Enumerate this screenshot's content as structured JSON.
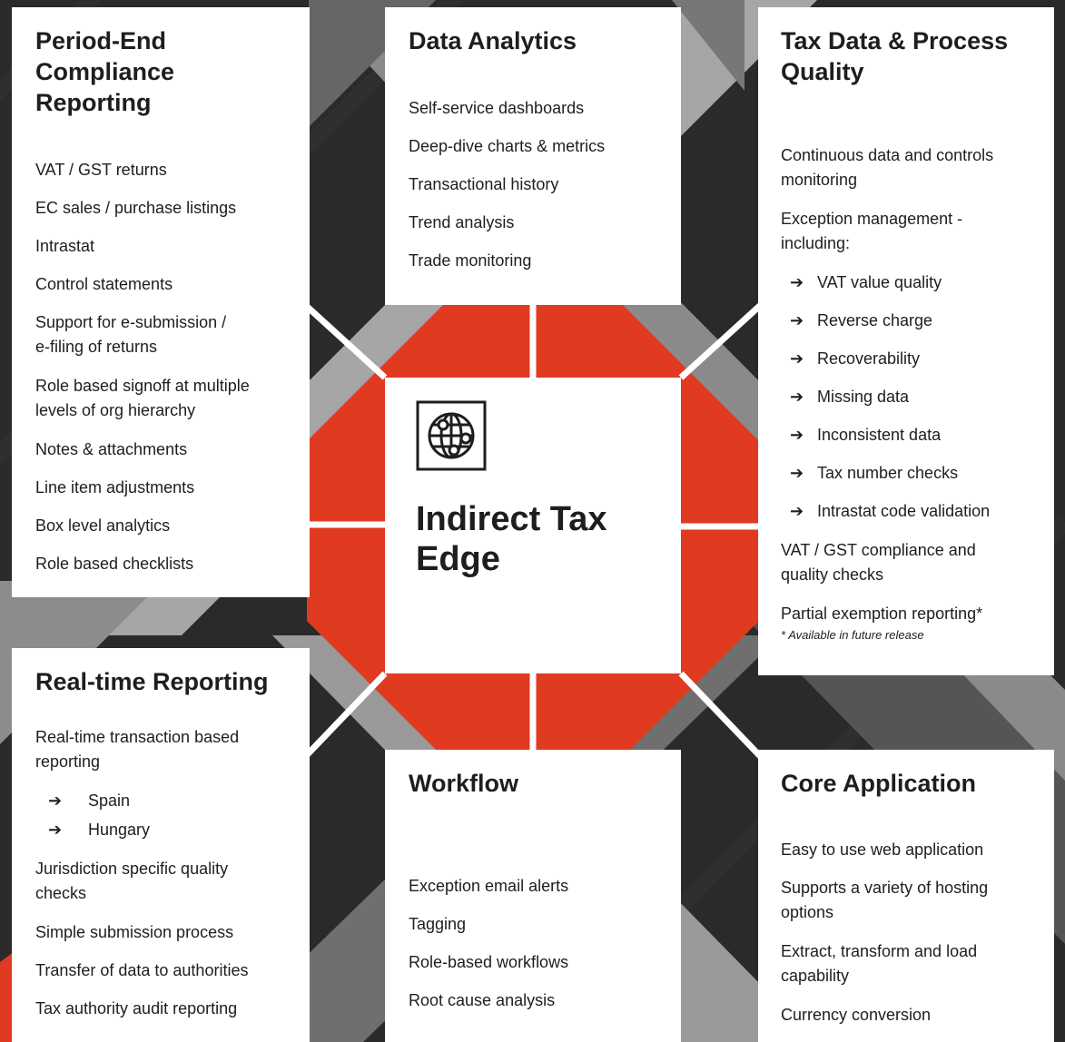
{
  "center": {
    "title_line1": "Indirect Tax",
    "title_line2": "Edge",
    "icon": "globe-network-icon"
  },
  "colors": {
    "background": "#2a2a2a",
    "accent_red": "#e03a21",
    "grey_dark": "#666666",
    "grey_mid": "#8a8a8a",
    "grey_light": "#a6a6a6",
    "card": "#ffffff"
  },
  "period_end": {
    "title_lines": [
      "Period-End",
      "Compliance",
      "Reporting"
    ],
    "items": [
      "VAT / GST returns",
      "EC sales / purchase listings",
      "Intrastat",
      "Control statements",
      "Support for e-submission /",
      "e-filing of returns",
      "Role based signoff at multiple",
      "levels of org hierarchy",
      "Notes & attachments",
      "Line item adjustments",
      "Box level analytics",
      "Role based checklists"
    ]
  },
  "data_analytics": {
    "title": "Data Analytics",
    "items": [
      "Self-service dashboards",
      "Deep-dive charts & metrics",
      "Transactional history",
      "Trend analysis",
      "Trade monitoring"
    ]
  },
  "tax_quality": {
    "title_lines": [
      "Tax Data & Process",
      "Quality"
    ],
    "intro": [
      "Continuous data and controls",
      "monitoring",
      "Exception management -",
      "including:"
    ],
    "sub_items": [
      "VAT value quality",
      "Reverse charge",
      "Recoverability",
      "Missing data",
      "Inconsistent data",
      "Tax number checks",
      "Intrastat code validation"
    ],
    "outro": [
      "VAT / GST compliance and",
      "quality checks",
      "Partial exemption reporting*"
    ],
    "note": "* Available in future release"
  },
  "realtime": {
    "title": "Real-time Reporting",
    "intro": [
      "Real-time transaction based",
      "reporting"
    ],
    "sub_items": [
      "Spain",
      "Hungary"
    ],
    "items": [
      "Jurisdiction specific quality",
      "checks",
      "Simple submission process",
      "Transfer of data to authorities",
      "Tax authority audit reporting"
    ]
  },
  "workflow": {
    "title": "Workflow",
    "items": [
      "Exception email alerts",
      "Tagging",
      "Role-based workflows",
      "Root cause analysis"
    ]
  },
  "core_app": {
    "title": "Core Application",
    "items": [
      "Easy to use web application",
      "Supports a variety of hosting",
      "options",
      "Extract, transform and load",
      "capability",
      "Currency conversion"
    ]
  },
  "arrow_glyph": "➔"
}
